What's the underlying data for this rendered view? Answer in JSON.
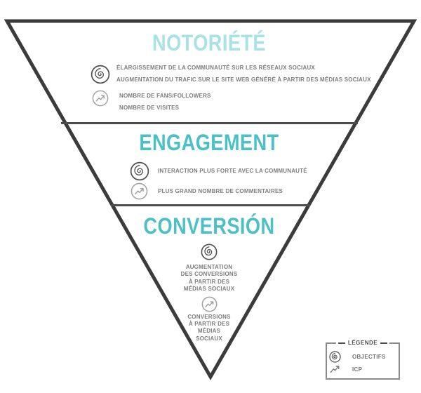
{
  "funnel": {
    "sections": [
      {
        "title": "NOTORIÉTÉ",
        "objectives_lines": [
          "ÉLARGISSEMENT DE LA COMMUNAUTÉ SUR LES RÉSEAUX SOCIAUX",
          "AUGMENTATION DU TRAFIC SUR LE SITE WEB GÉNÉRÉ À PARTIR DES MÉDIAS SOCIAUX"
        ],
        "icp_lines": [
          "NOMBRE DE FANS/FOLLOWERS",
          "NOMBRE DE VISITES"
        ]
      },
      {
        "title": "ENGAGEMENT",
        "objectives_lines": [
          "INTERACTION PLUS FORTE AVEC LA COMMUNAUTÉ"
        ],
        "icp_lines": [
          "PLUS GRAND NOMBRE DE COMMENTAIRES"
        ]
      },
      {
        "title": "CONVERSIÓN",
        "objectives_lines": [
          "AUGMENTATION",
          "DES CONVERSIONS",
          "À PARTIR DES",
          "MÉDIAS SOCIAUX"
        ],
        "icp_lines": [
          "CONVERSIONS",
          "À PARTIR DES",
          "MÉDIAS",
          "SOCIAUX"
        ]
      }
    ]
  },
  "legend": {
    "title": "LÉGENDE",
    "items": [
      {
        "icon": "target-spiral-icon",
        "label": "OBJECTIFS"
      },
      {
        "icon": "trending-up-arrow-icon",
        "label": "ICP"
      }
    ]
  },
  "colors": {
    "section_title_light": "#a9e2e4",
    "section_title_teal": "#4cc1c5",
    "funnel_outline": "#3b3b3b",
    "divider": "#4c4c4c",
    "body_text": "#7d7d7d"
  }
}
